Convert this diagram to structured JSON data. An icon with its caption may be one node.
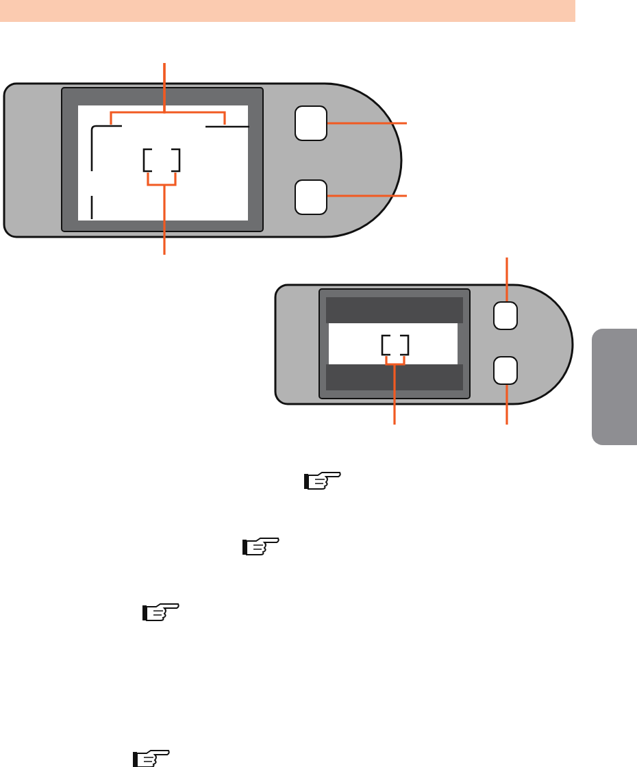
{
  "diagram": {
    "nodes": [
      {
        "text": [],
        "shape": "box"
      },
      {
        "text": [],
        "shape": "bracket",
        "in": 0
      },
      {
        "text": [],
        "shape": "bracket",
        "in": 0
      },
      {
        "text": [],
        "shape": "bracket",
        "in": 0
      },
      {
        "text": [],
        "shape": "button",
        "in": 0
      },
      {
        "text": [],
        "shape": "button",
        "in": 0
      },
      {
        "text": [],
        "shape": "box"
      },
      {
        "text": [],
        "shape": "button",
        "in": 6
      },
      {
        "text": [],
        "shape": "bracket",
        "in": 6
      },
      {
        "text": [],
        "shape": "button",
        "in": 6
      },
      {
        "text": [],
        "shape": "bar"
      }
    ],
    "edges": [
      {
        "from": null,
        "to": 1,
        "arrow": "none"
      },
      {
        "from": null,
        "to": 2,
        "arrow": "none"
      },
      {
        "from": null,
        "to": 4,
        "arrow": "none"
      },
      {
        "from": null,
        "to": 5,
        "arrow": "none"
      },
      {
        "from": null,
        "to": 3,
        "arrow": "none"
      },
      {
        "from": null,
        "to": 7,
        "arrow": "none"
      },
      {
        "from": null,
        "to": 8,
        "arrow": "none"
      },
      {
        "from": null,
        "to": 9,
        "arrow": "none"
      }
    ]
  }
}
